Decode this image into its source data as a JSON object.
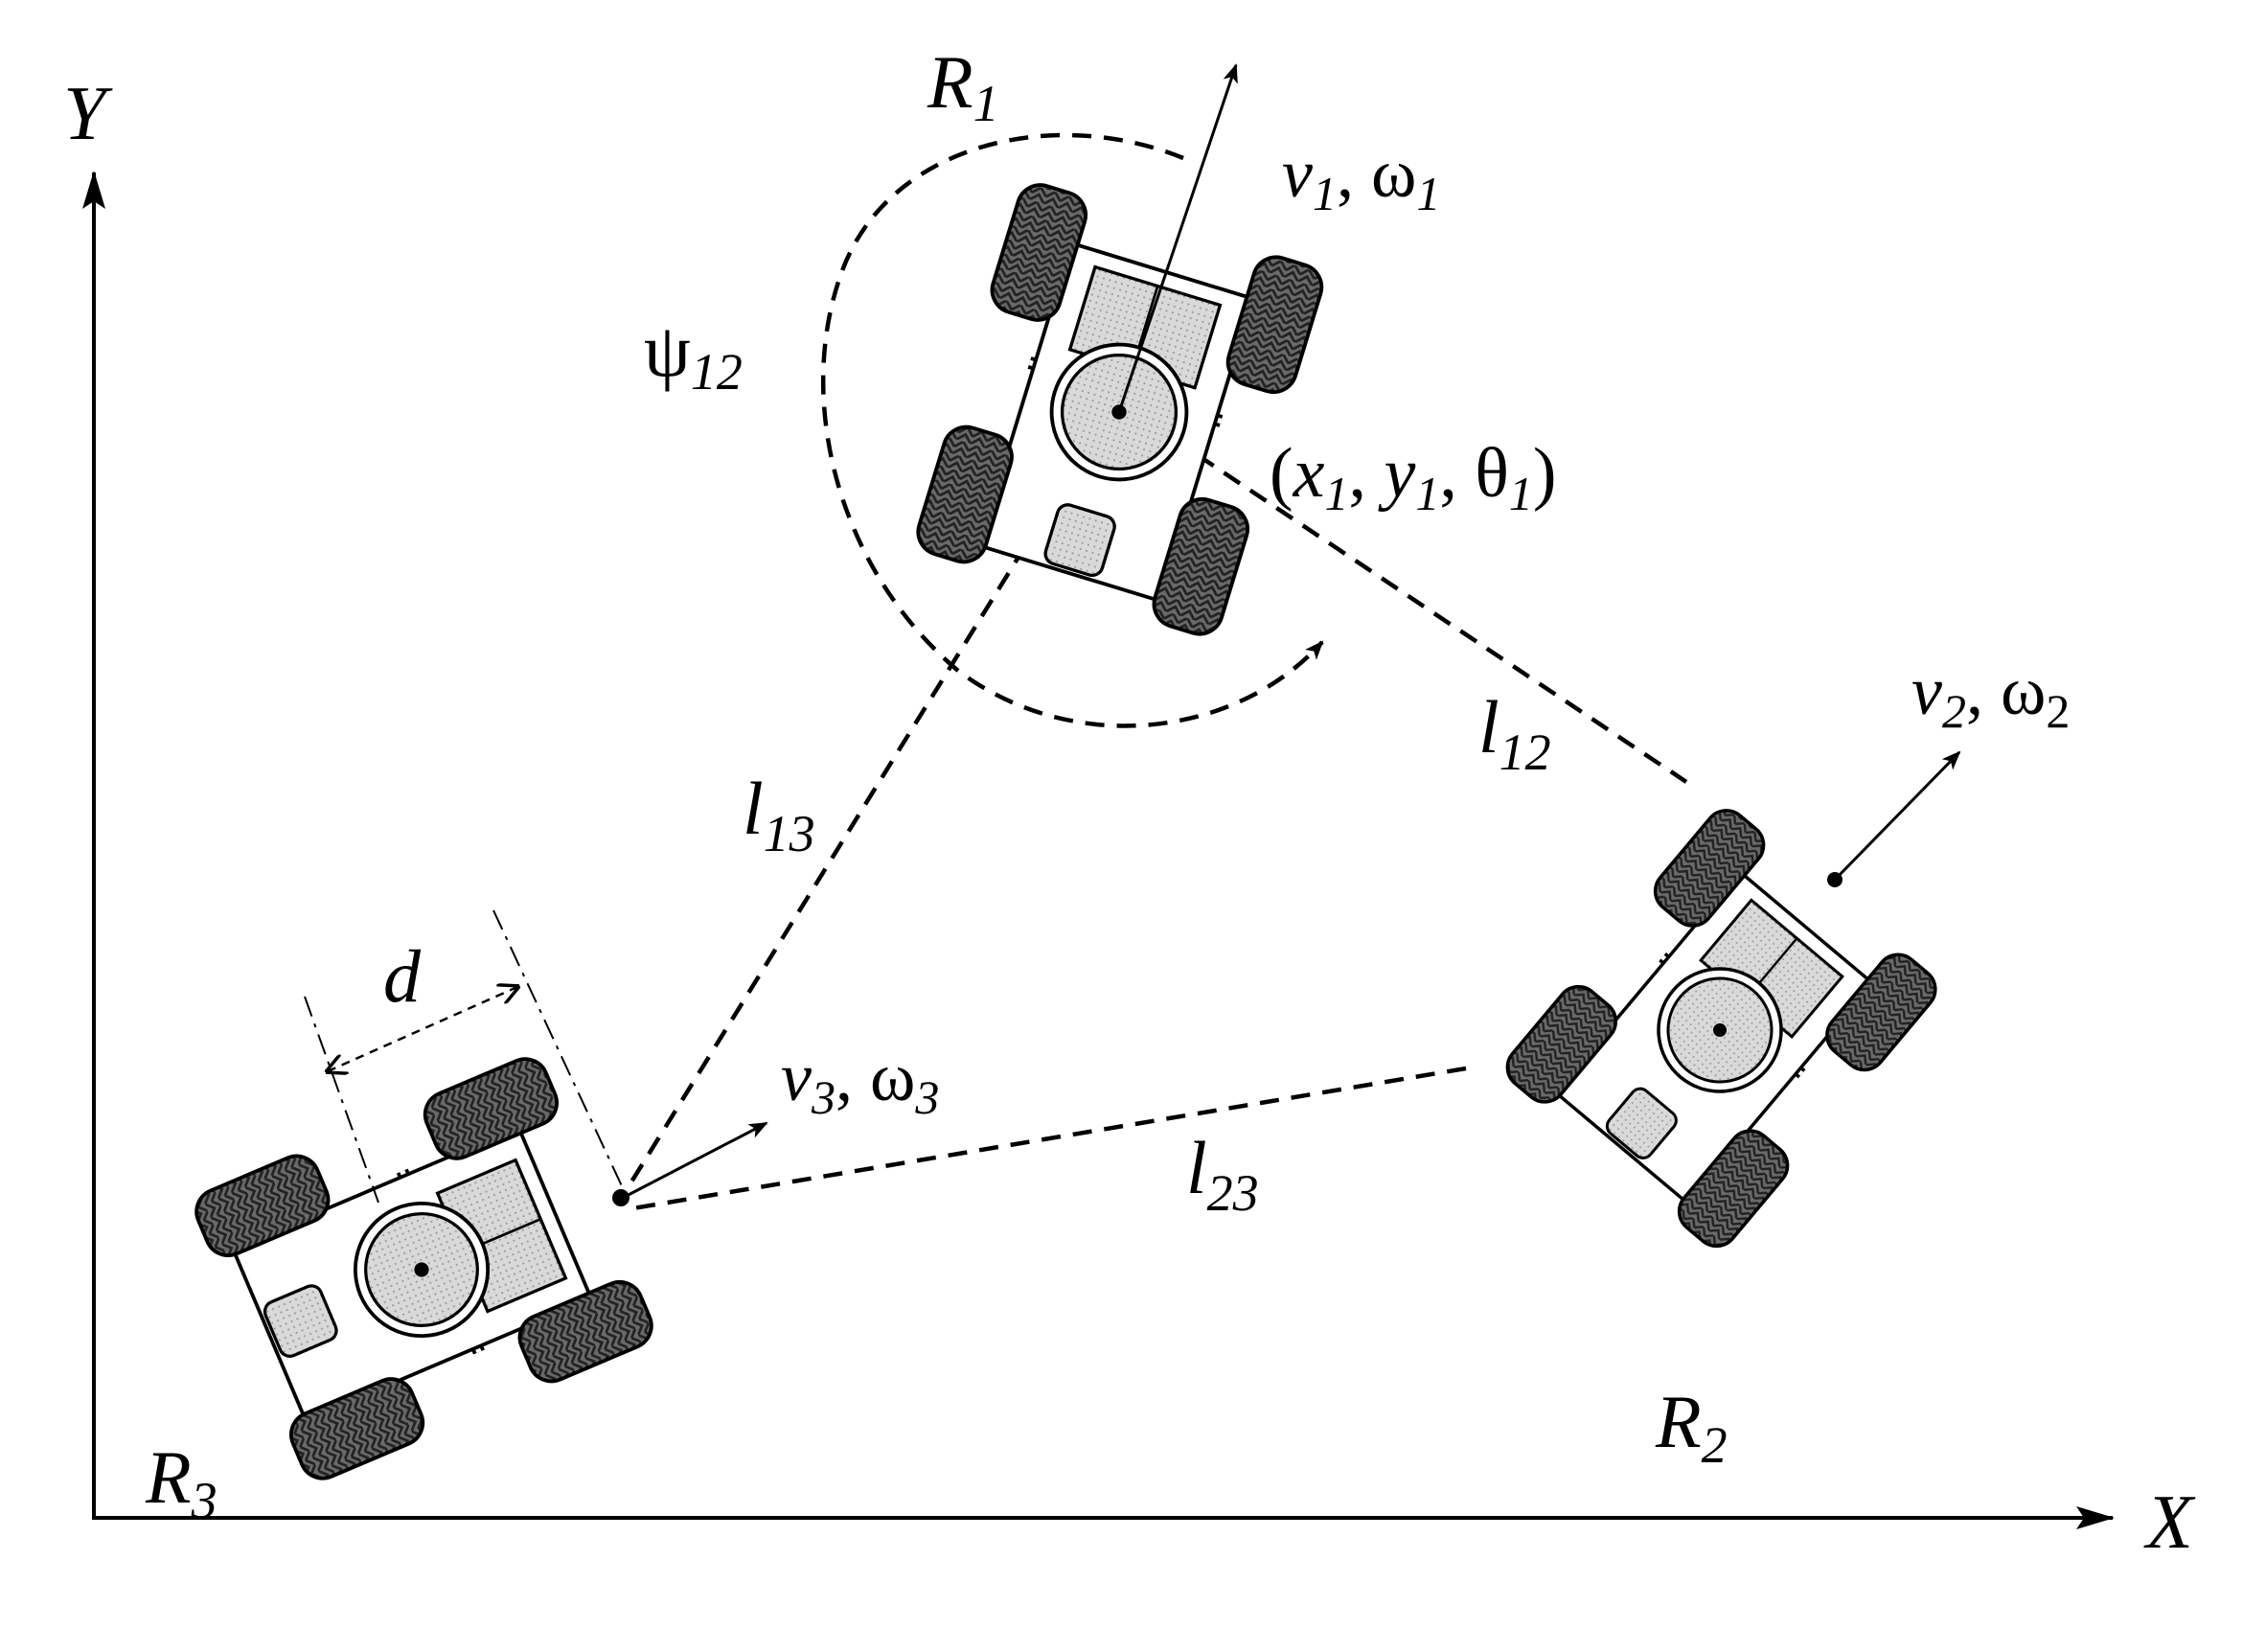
{
  "axes": {
    "x_label": "X",
    "y_label": "Y"
  },
  "robots": [
    {
      "id": "R1",
      "name": "R",
      "sub": "1",
      "vel_v": "v",
      "vel_sub": "1",
      "vel_w": "ω",
      "vel_w_sub": "1"
    },
    {
      "id": "R2",
      "name": "R",
      "sub": "2",
      "vel_v": "v",
      "vel_sub": "2",
      "vel_w": "ω",
      "vel_w_sub": "2"
    },
    {
      "id": "R3",
      "name": "R",
      "sub": "3",
      "vel_v": "v",
      "vel_sub": "3",
      "vel_w": "ω",
      "vel_w_sub": "3"
    }
  ],
  "pose_label": {
    "x": "x",
    "x_sub": "1",
    "y": "y",
    "y_sub": "1",
    "theta": "θ",
    "theta_sub": "1"
  },
  "angle_label": {
    "symbol": "ψ",
    "sub": "12"
  },
  "distances": [
    {
      "id": "l12",
      "symbol": "l",
      "sub": "12"
    },
    {
      "id": "l13",
      "symbol": "l",
      "sub": "13"
    },
    {
      "id": "l23",
      "symbol": "l",
      "sub": "23"
    }
  ],
  "width_label": "d",
  "colors": {
    "ink": "#000000",
    "wheel": "#5a5a5a",
    "wheel_tread": "#2a2a2a",
    "body": "#ffffff",
    "box": "#d6d6d6",
    "caster": "#c8c8c8"
  }
}
